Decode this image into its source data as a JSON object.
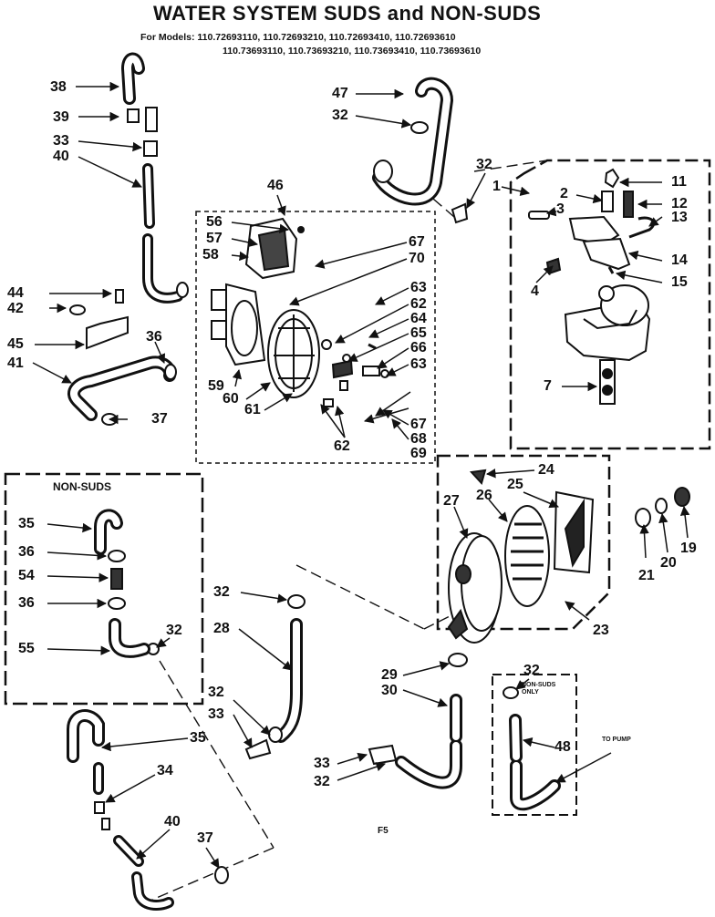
{
  "title": "WATER SYSTEM SUDS and NON-SUDS",
  "models_line1": "For Models: 110.72693110, 110.72693210, 110.72693410, 110.72693610",
  "models_line2": "110.73693110, 110.73693210, 110.73693410, 110.73693610",
  "non_suds_box_title": "NON-SUDS",
  "non_suds_only_label": "NON-SUDS ONLY",
  "to_pump_label": "TO PUMP",
  "footer_code": "F5",
  "callouts": {
    "c38": "38",
    "c39": "39",
    "c33a": "33",
    "c40a": "40",
    "c44": "44",
    "c42": "42",
    "c45": "45",
    "c41": "41",
    "c36a": "36",
    "c37a": "37",
    "c47": "47",
    "c32a": "32",
    "c32b": "32",
    "c46": "46",
    "c56": "56",
    "c57": "57",
    "c58": "58",
    "c67a": "67",
    "c70": "70",
    "c63a": "63",
    "c62a": "62",
    "c64": "64",
    "c65": "65",
    "c66": "66",
    "c63b": "63",
    "c59": "59",
    "c60": "60",
    "c61": "61",
    "c62b": "62",
    "c67b": "67",
    "c68": "68",
    "c69": "69",
    "c1": "1",
    "c2": "2",
    "c3": "3",
    "c11": "11",
    "c12": "12",
    "c13": "13",
    "c14": "14",
    "c4": "4",
    "c15": "15",
    "c7": "7",
    "c24": "24",
    "c27": "27",
    "c26": "26",
    "c25": "25",
    "c19": "19",
    "c20": "20",
    "c21": "21",
    "c23": "23",
    "c35a": "35",
    "c36b": "36",
    "c54": "54",
    "c36c": "36",
    "c55": "55",
    "c32c": "32",
    "c32d": "32",
    "c28": "28",
    "c32e": "32",
    "c33b": "33",
    "c35b": "35",
    "c34": "34",
    "c40b": "40",
    "c37b": "37",
    "c29": "29",
    "c30": "30",
    "c33c": "33",
    "c32f": "32",
    "c32g": "32",
    "c48": "48"
  }
}
